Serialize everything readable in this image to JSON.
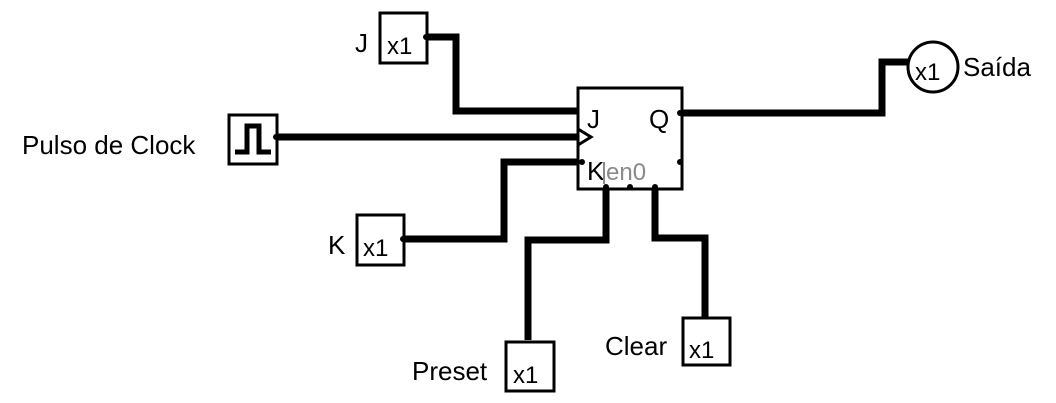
{
  "inputs": {
    "j": {
      "name": "J",
      "value": "x1"
    },
    "clock": {
      "name": "Pulso de Clock"
    },
    "k": {
      "name": "K",
      "value": "x1"
    },
    "preset": {
      "name": "Preset",
      "value": "x1"
    },
    "clear": {
      "name": "Clear",
      "value": "x1"
    }
  },
  "flipflop": {
    "pin_j": "J",
    "pin_q": "Q",
    "pin_k": "K",
    "enable_label": "en0"
  },
  "output": {
    "name": "Saída",
    "value": "x1"
  }
}
